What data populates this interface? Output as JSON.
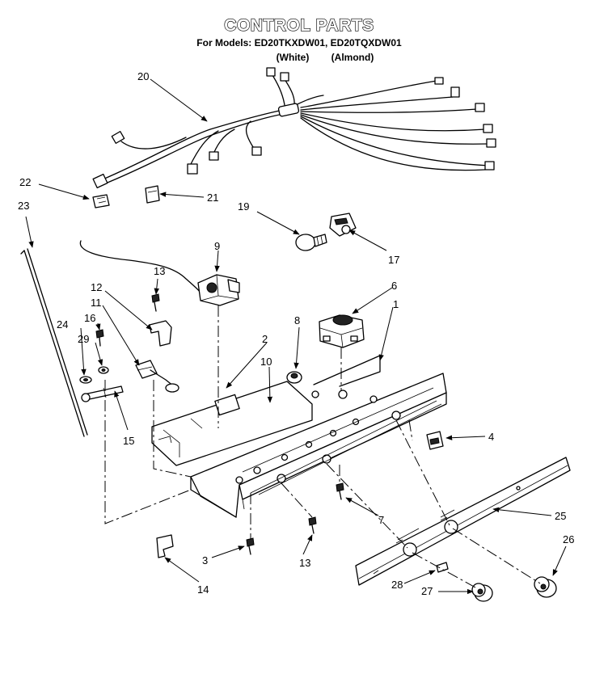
{
  "header": {
    "title": "CONTROL PARTS",
    "models_line": "For Models: ED20TKXDW01, ED20TQXDW01",
    "color_white": "(White)",
    "color_almond": "(Almond)"
  },
  "callouts": [
    {
      "id": "c1",
      "text": "1"
    },
    {
      "id": "c2",
      "text": "2"
    },
    {
      "id": "c3",
      "text": "3"
    },
    {
      "id": "c4",
      "text": "4"
    },
    {
      "id": "c6",
      "text": "6"
    },
    {
      "id": "c7",
      "text": "7"
    },
    {
      "id": "c8",
      "text": "8"
    },
    {
      "id": "c9",
      "text": "9"
    },
    {
      "id": "c10",
      "text": "10"
    },
    {
      "id": "c11",
      "text": "11"
    },
    {
      "id": "c12",
      "text": "12"
    },
    {
      "id": "c13a",
      "text": "13"
    },
    {
      "id": "c13b",
      "text": "13"
    },
    {
      "id": "c14",
      "text": "14"
    },
    {
      "id": "c15",
      "text": "15"
    },
    {
      "id": "c16",
      "text": "16"
    },
    {
      "id": "c17",
      "text": "17"
    },
    {
      "id": "c19",
      "text": "19"
    },
    {
      "id": "c20",
      "text": "20"
    },
    {
      "id": "c21",
      "text": "21"
    },
    {
      "id": "c22",
      "text": "22"
    },
    {
      "id": "c23",
      "text": "23"
    },
    {
      "id": "c24",
      "text": "24"
    },
    {
      "id": "c25",
      "text": "25"
    },
    {
      "id": "c26",
      "text": "26"
    },
    {
      "id": "c27",
      "text": "27"
    },
    {
      "id": "c28",
      "text": "28"
    },
    {
      "id": "c29",
      "text": "29"
    }
  ]
}
